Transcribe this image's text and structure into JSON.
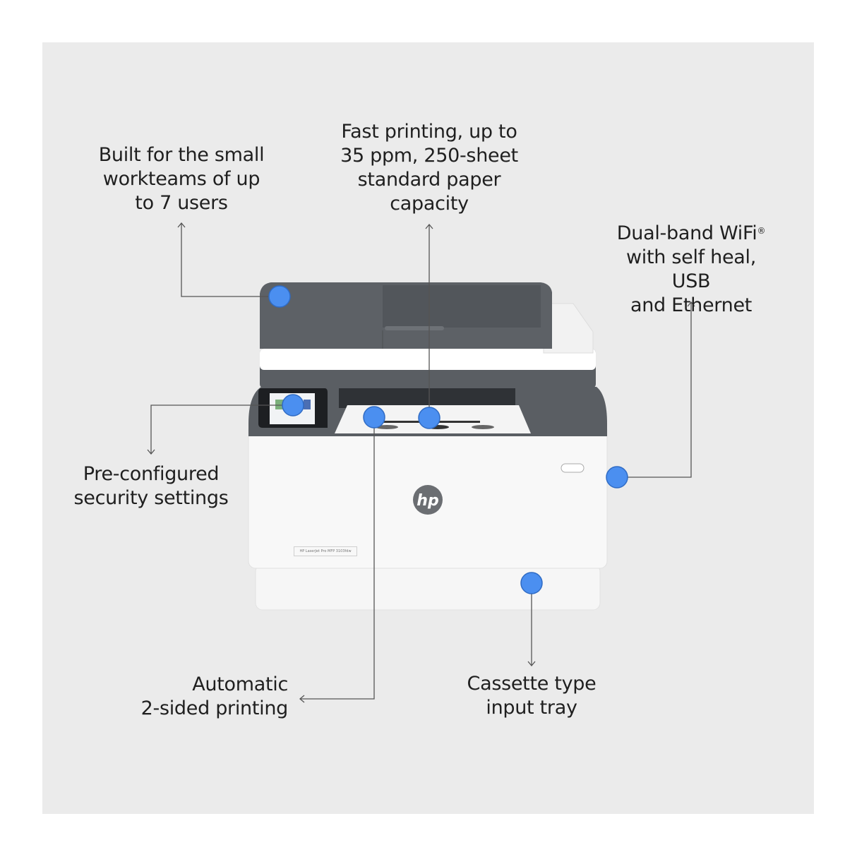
{
  "callouts": {
    "users": {
      "lines": [
        "Built for the small",
        "workteams of up",
        "to 7 users"
      ]
    },
    "speed": {
      "lines": [
        "Fast printing, up to",
        "35 ppm, 250-sheet",
        "standard paper",
        "capacity"
      ]
    },
    "wifi": {
      "lines": [
        "Dual-band WiFi",
        "with self heal, USB",
        "and Ethernet"
      ],
      "trademark": "®"
    },
    "security": {
      "lines": [
        "Pre-configured",
        "security settings"
      ]
    },
    "duplex": {
      "lines": [
        "Automatic",
        "2-sided printing"
      ]
    },
    "tray": {
      "lines": [
        "Cassette type",
        "input tray"
      ]
    }
  },
  "printer": {
    "brand_logo": "hp",
    "model_label": "HP LaserJet Pro MFP 3103fdw"
  },
  "colors": {
    "background": "#ebebeb",
    "hotspot": "#4b8ff0",
    "line": "#555555"
  }
}
